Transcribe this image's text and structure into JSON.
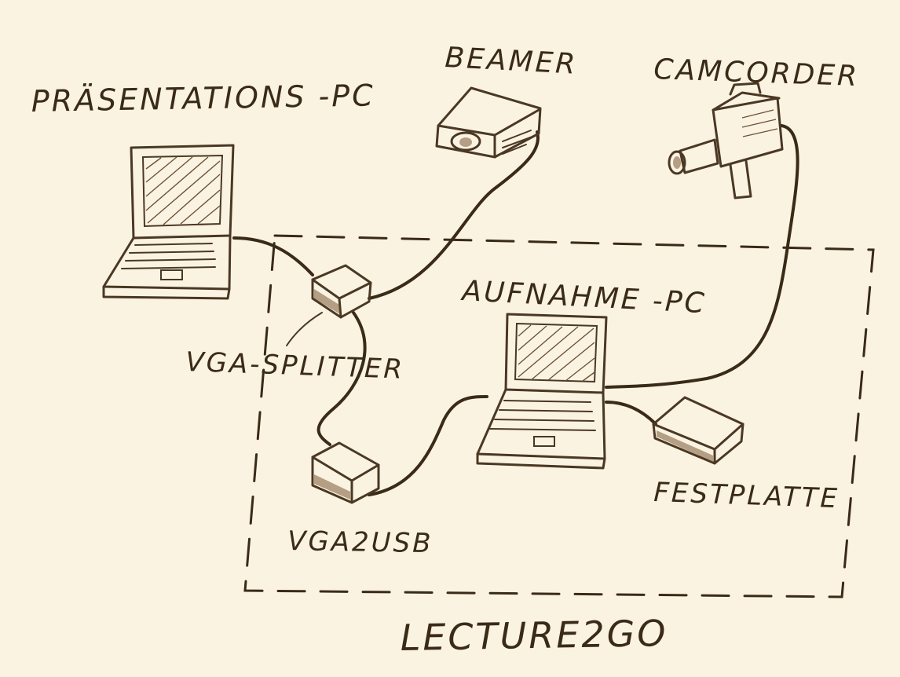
{
  "labels": {
    "presentation_pc": "PRÄSENTATIONS -PC",
    "beamer": "BEAMER",
    "camcorder": "CAMCORDER",
    "recording_pc": "AUFNAHME -PC",
    "vga_splitter": "VGA-SPLITTER",
    "vga2usb": "VGA2USB",
    "hard_drive": "FESTPLATTE",
    "system_name": "LECTURE2GO"
  }
}
